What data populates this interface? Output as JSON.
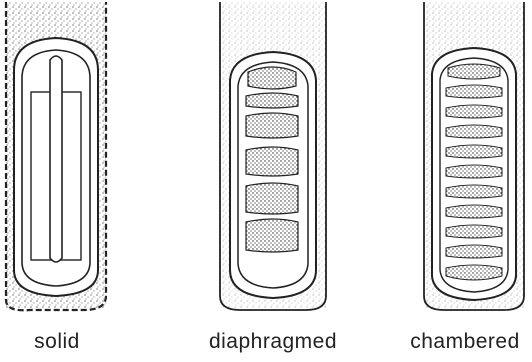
{
  "figure": {
    "labels": {
      "solid": "solid",
      "diaphragmed": "diaphragmed",
      "chambered": "chambered"
    }
  }
}
